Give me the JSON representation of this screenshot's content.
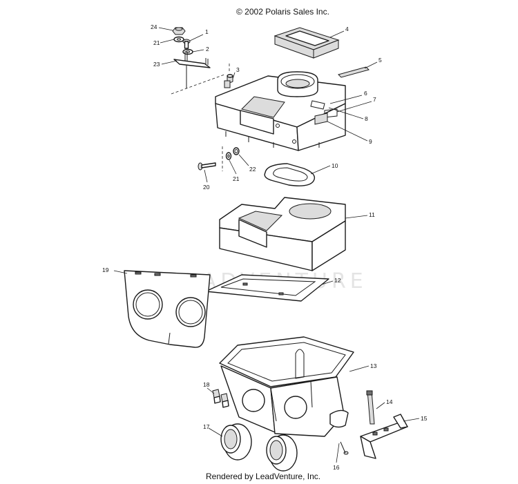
{
  "header": {
    "copyright": "© 2002 Polaris Sales Inc."
  },
  "footer": {
    "rendered_by": "Rendered by LeadVenture, Inc."
  },
  "watermark": {
    "text": "LEADVENTURE"
  },
  "callouts": [
    "1",
    "2",
    "3",
    "4",
    "5",
    "6",
    "7",
    "8",
    "9",
    "10",
    "11",
    "12",
    "13",
    "14",
    "15",
    "16",
    "17",
    "18",
    "19",
    "20",
    "21",
    "21",
    "22",
    "23",
    "24"
  ]
}
